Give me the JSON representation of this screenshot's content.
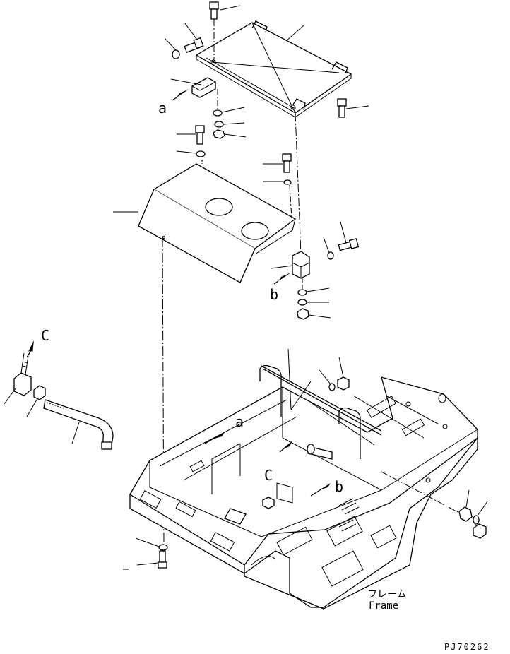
{
  "diagram": {
    "callout_letters": {
      "a_upper": "a",
      "b_upper": "b",
      "c_upper": "C",
      "a_lower": "a",
      "b_lower": "b",
      "c_lower": "C"
    },
    "frame_label_jp": "フレーム",
    "frame_label_en": "Frame",
    "drawing_code": "PJ70262"
  }
}
